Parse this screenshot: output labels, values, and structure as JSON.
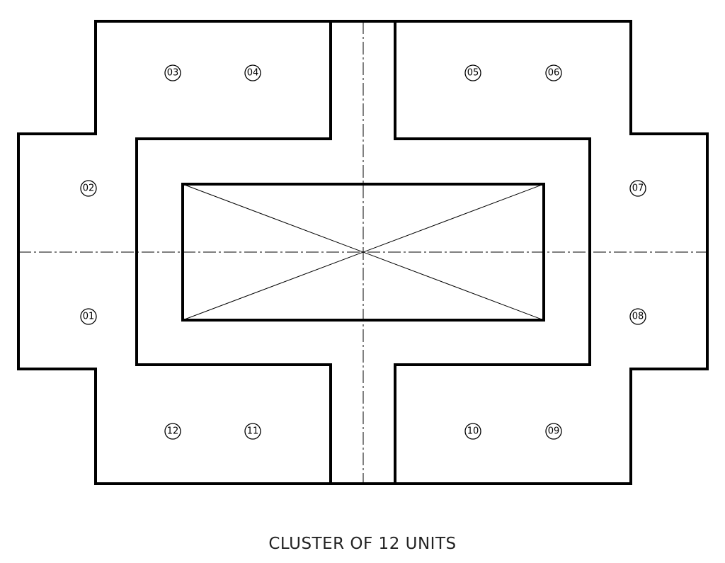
{
  "caption": "CLUSTER OF 12 UNITS",
  "units": [
    "01",
    "02",
    "03",
    "04",
    "05",
    "06",
    "07",
    "08",
    "09",
    "10",
    "11",
    "12"
  ]
}
